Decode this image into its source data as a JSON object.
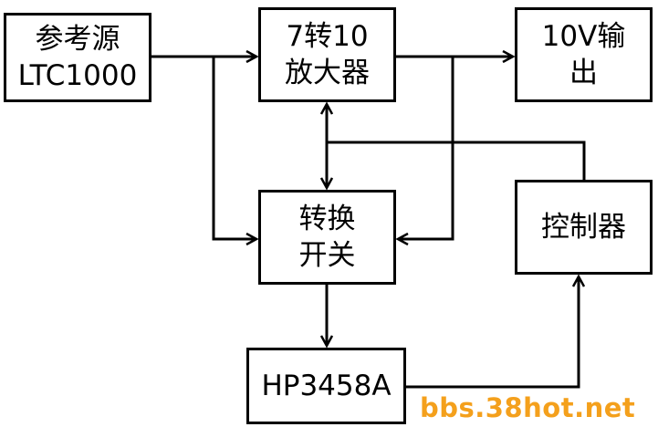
{
  "blocks": {
    "reference": {
      "line1": "参考源",
      "line2": "LTC1000"
    },
    "amplifier": {
      "line1": "7转10",
      "line2": "放大器"
    },
    "output": {
      "line1": "10V输",
      "line2": "出"
    },
    "switch": {
      "line1": "转换",
      "line2": "开关"
    },
    "controller": {
      "line1": "控制器"
    },
    "meter": {
      "line1": "HP3458A"
    }
  },
  "watermark": "bbs.38hot.net",
  "colors": {
    "lines": "#000000",
    "watermark": "#f4a01c"
  }
}
